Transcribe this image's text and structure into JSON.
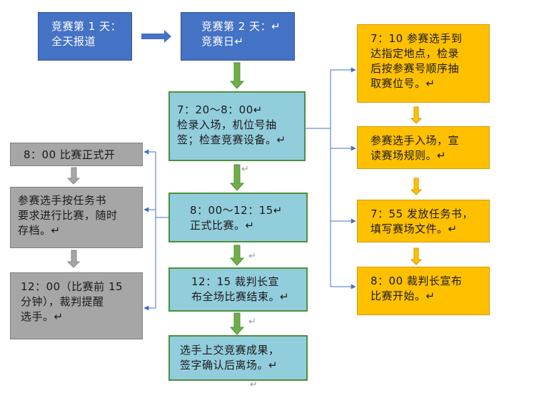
{
  "colors": {
    "blue_box": "#4472c4",
    "teal_box": "#92cddc",
    "gray_box": "#a6a6a6",
    "gold_box": "#ffc000",
    "green_arrow": "#70ad47",
    "gold_arrow": "#ffc000",
    "gray_arrow": "#a6a6a6",
    "connector": "#4472c4"
  },
  "header": {
    "day1": "竞赛第 1 天：\n全天报道",
    "day2": "竞赛第 2 天：↵\n竞赛日↵"
  },
  "center": [
    {
      "text": "7：20～8：00↵\n检录入场，机位号抽\n签；检查竞赛设备。↵"
    },
    {
      "text": "8：00～12：15↵\n正式比赛。↵"
    },
    {
      "text": "12：15 裁判长宣\n布全场比赛结束。↵"
    },
    {
      "text": "选手上交竞赛成果，\n签字确认后离场。↵"
    }
  ],
  "left": [
    {
      "text": "8：00 比赛正式开"
    },
    {
      "text": "参赛选手按任务书\n要求进行比赛，随时\n存档。↵"
    },
    {
      "text": "12：00（比赛前 15\n分钟），裁判提醒\n选手。↵"
    }
  ],
  "right": [
    {
      "text": "7：10 参赛选手到\n达指定地点，检录\n后按参赛号顺序抽\n取赛位号。↵"
    },
    {
      "text": "参赛选手入场，宣\n读赛场规则。↵"
    },
    {
      "text": "7：55 发放任务书，\n填写赛场文件。↵"
    },
    {
      "text": "8：00 裁判长宣布\n比赛开始。↵"
    }
  ],
  "paragraph_mark": "↵"
}
